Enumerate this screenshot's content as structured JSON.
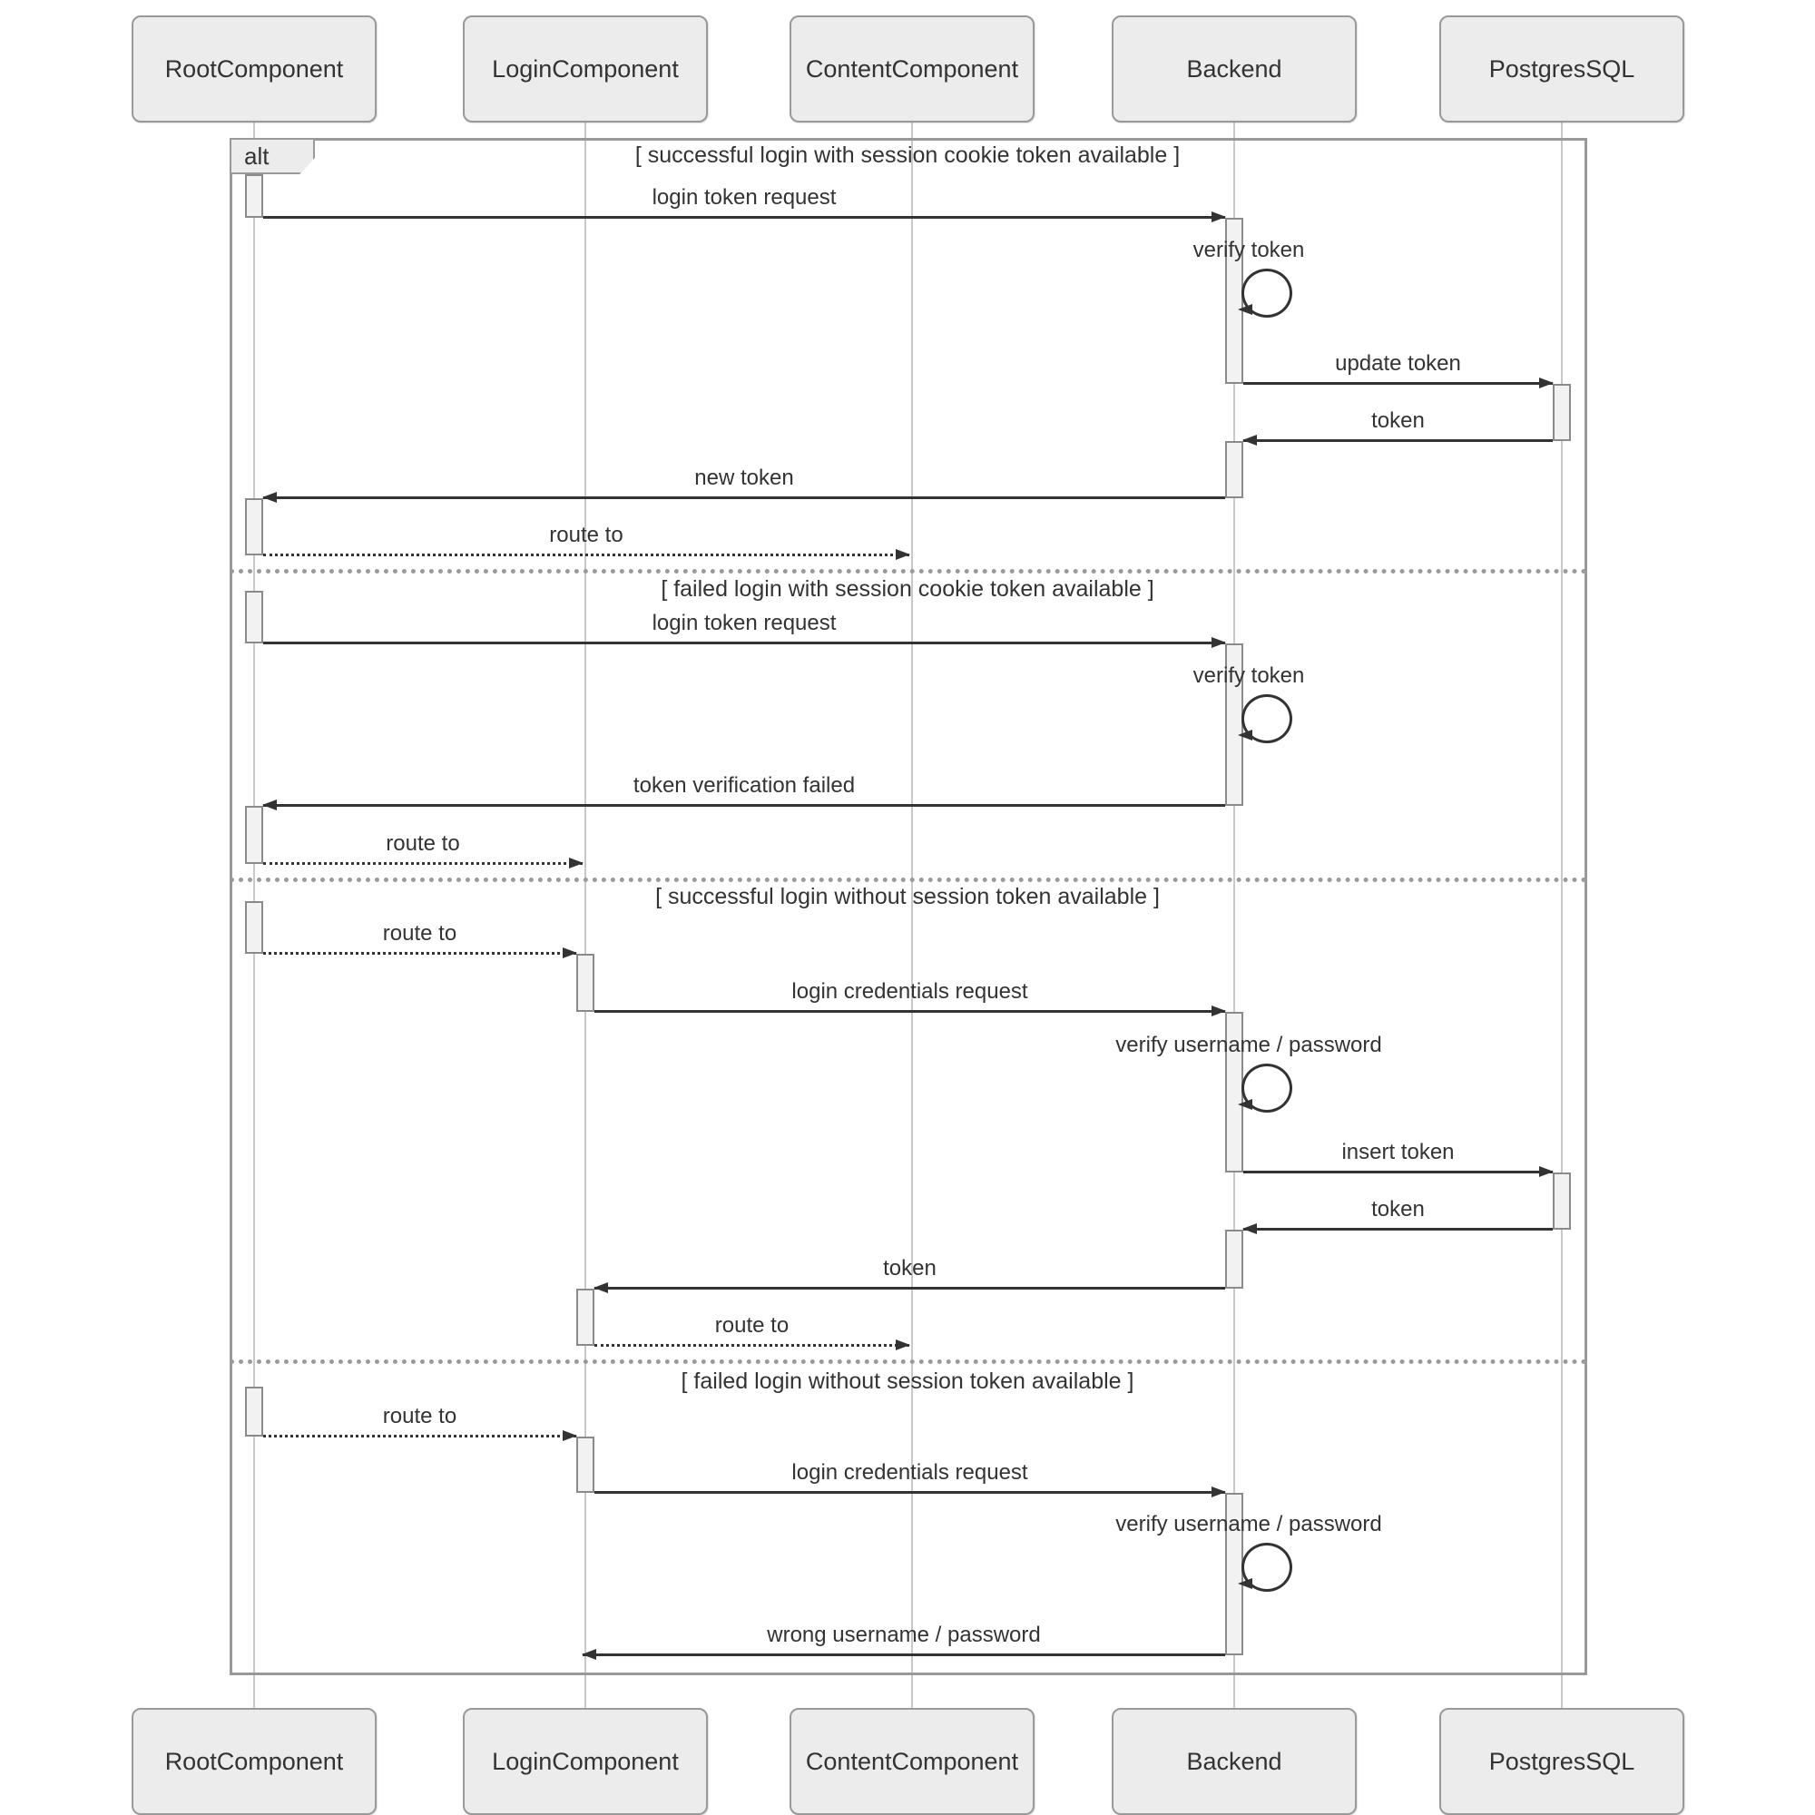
{
  "diagram": {
    "type": "sequence-diagram",
    "participants": [
      {
        "name": "RootComponent"
      },
      {
        "name": "LoginComponent"
      },
      {
        "name": "ContentComponent"
      },
      {
        "name": "Backend"
      },
      {
        "name": "PostgresSQL"
      }
    ],
    "frame": {
      "operator": "alt"
    },
    "sections": [
      {
        "condition": "[ successful login with session cookie token available ]",
        "messages": [
          {
            "label": "login token request",
            "from": "RootComponent",
            "to": "Backend",
            "style": "solid"
          },
          {
            "label": "verify token",
            "from": "Backend",
            "to": "Backend",
            "style": "self"
          },
          {
            "label": "update token",
            "from": "Backend",
            "to": "PostgresSQL",
            "style": "solid"
          },
          {
            "label": "token",
            "from": "PostgresSQL",
            "to": "Backend",
            "style": "solid"
          },
          {
            "label": "new token",
            "from": "Backend",
            "to": "RootComponent",
            "style": "solid"
          },
          {
            "label": "route to",
            "from": "RootComponent",
            "to": "ContentComponent",
            "style": "dotted"
          }
        ]
      },
      {
        "condition": "[ failed login with session cookie token available ]",
        "messages": [
          {
            "label": "login token request",
            "from": "RootComponent",
            "to": "Backend",
            "style": "solid"
          },
          {
            "label": "verify token",
            "from": "Backend",
            "to": "Backend",
            "style": "self"
          },
          {
            "label": "token verification failed",
            "from": "Backend",
            "to": "RootComponent",
            "style": "solid"
          },
          {
            "label": "route to",
            "from": "RootComponent",
            "to": "LoginComponent",
            "style": "dotted"
          }
        ]
      },
      {
        "condition": "[ successful login without session token available ]",
        "messages": [
          {
            "label": "route to",
            "from": "RootComponent",
            "to": "LoginComponent",
            "style": "dotted"
          },
          {
            "label": "login credentials request",
            "from": "LoginComponent",
            "to": "Backend",
            "style": "solid"
          },
          {
            "label": "verify username / password",
            "from": "Backend",
            "to": "Backend",
            "style": "self"
          },
          {
            "label": "insert token",
            "from": "Backend",
            "to": "PostgresSQL",
            "style": "solid"
          },
          {
            "label": "token",
            "from": "PostgresSQL",
            "to": "Backend",
            "style": "solid"
          },
          {
            "label": "token",
            "from": "Backend",
            "to": "LoginComponent",
            "style": "solid"
          },
          {
            "label": "route to",
            "from": "LoginComponent",
            "to": "ContentComponent",
            "style": "dotted"
          }
        ]
      },
      {
        "condition": "[ failed login without session token available ]",
        "messages": [
          {
            "label": "route to",
            "from": "RootComponent",
            "to": "LoginComponent",
            "style": "dotted"
          },
          {
            "label": "login credentials request",
            "from": "LoginComponent",
            "to": "Backend",
            "style": "solid"
          },
          {
            "label": "verify username / password",
            "from": "Backend",
            "to": "Backend",
            "style": "self"
          },
          {
            "label": "wrong username / password",
            "from": "Backend",
            "to": "LoginComponent",
            "style": "solid"
          }
        ]
      }
    ],
    "colors": {
      "participant_fill": "#ececec",
      "participant_border": "#999999",
      "frame_border": "#999999",
      "activation_fill": "#f2f2f2",
      "message_line": "#333333",
      "text": "#333333",
      "lifeline": "#c8c8c8"
    }
  }
}
